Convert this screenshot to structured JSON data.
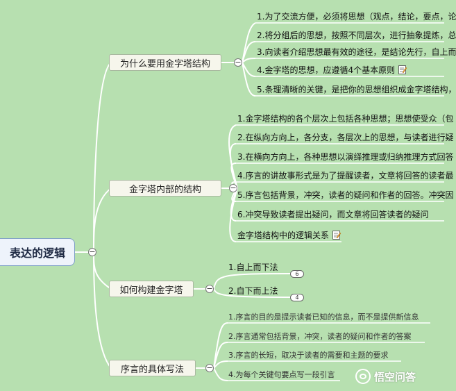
{
  "root": {
    "label": "表达的逻辑"
  },
  "branches": [
    {
      "label": "为什么要用金字塔结构",
      "items": [
        "1.为了交流方便，必须将思想（观点，结论，要点，论",
        "2.将分组后的思想，按照不同层次，进行抽象提炼，总",
        "3.向读者介绍思想最有效的途径，是结论先行，自上而",
        "4.金字塔的思想，应遵循4个基本原则",
        "5.条理清晰的关键，是把你的思想组织成金字塔结构，"
      ]
    },
    {
      "label": "金字塔内部的结构",
      "items": [
        "1.金字塔结构的各个层次上包括各种思想；思想使受众（包",
        "2.在纵向方向上，各分支，各层次上的思想，与读者进行疑",
        "3.在横向方向上，各种思想以演绎推理或归纳推理方式回答",
        "4.序言的讲故事形式是为了提醒读者，文章将回答的读者最",
        "5.序言包括背景，冲突，读者的疑问和作者的回答。冲突因",
        "6.冲突导致读者提出疑问，而文章将回答读者的疑问",
        "金字塔结构中的逻辑关系"
      ]
    },
    {
      "label": "如何构建金字塔",
      "items": [
        "1.自上而下法",
        "2.自下而上法"
      ],
      "badges": [
        "6",
        "4"
      ]
    },
    {
      "label": "序言的具体写法",
      "items": [
        "1.序言的目的是提示读者已知的信息，而不是提供新信息",
        "2.序言通常包括背景，冲突，读者的疑问和作者的答案",
        "3.序言的长短，取决于读者的需要和主题的要求",
        "4.为每个关键句要点写一段引言"
      ]
    }
  ],
  "toggle_symbol": "−",
  "watermark": {
    "text": "悟空问答"
  },
  "icons": {
    "note": "note-edit-icon",
    "toggle": "collapse-icon",
    "logo": "wukong-logo-icon"
  },
  "colors": {
    "background": "#b7e0b0",
    "connector": "#ffffff",
    "root_border": "#7fa0c8"
  }
}
